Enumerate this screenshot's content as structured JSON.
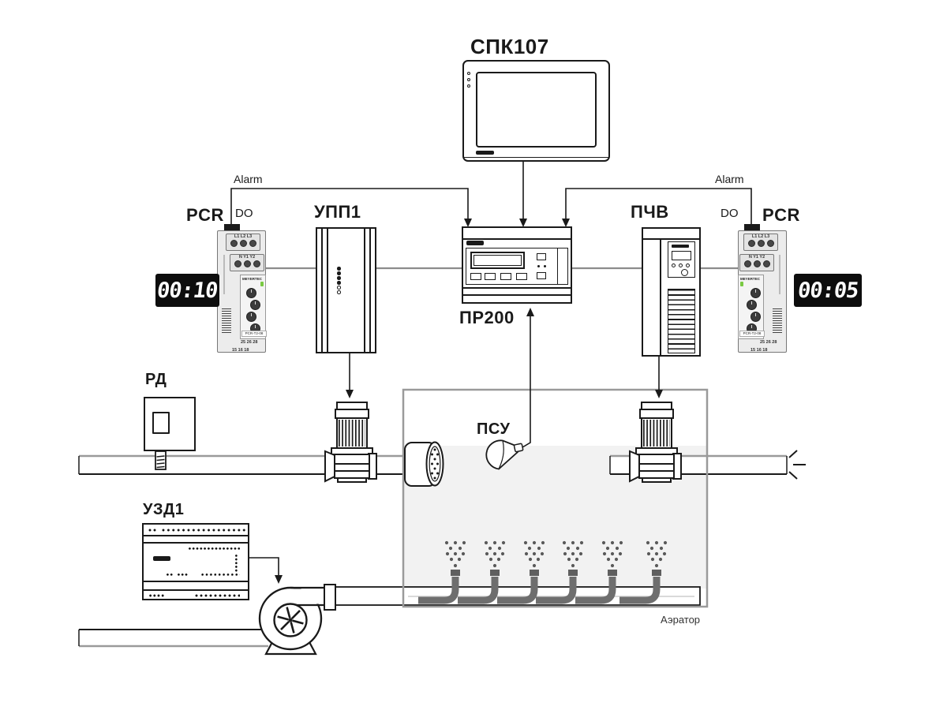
{
  "colors": {
    "line": "#1a1a1a",
    "bus_line": "#8c8c8c",
    "tank_border": "#9a9a9a",
    "tank_fill": "#f2f2f2",
    "pipe_gray": "#6e6e6e",
    "display_bg": "#0d0d0d",
    "display_fg": "#ffffff",
    "led_green": "#7ac943"
  },
  "hmi_panel": {
    "label": "СПК107",
    "logo_icon": "owen-logo"
  },
  "logic_relay": {
    "label": "ПР200",
    "logo_icon": "owen-logo"
  },
  "soft_starter": {
    "label": "УПП1"
  },
  "vfd": {
    "label": "ПЧВ"
  },
  "pcr_left": {
    "label": "PCR",
    "do_label": "DO",
    "alarm_label": "Alarm",
    "display_value": "00:10",
    "terminals_top": "L1 L2 L3",
    "terminals_mid": "N Y1 Y2",
    "brand": "MEYERTEC",
    "model": "PCR-T2-08",
    "terminals_bottom_1": "25 26 28",
    "terminals_bottom_2": "15 16 18"
  },
  "pcr_right": {
    "label": "PCR",
    "do_label": "DO",
    "alarm_label": "Alarm",
    "display_value": "00:05",
    "terminals_top": "L1 L2 L3",
    "terminals_mid": "N Y1 Y2",
    "brand": "MEYERTEC",
    "model": "PCR-T2-08",
    "terminals_bottom_1": "25 26 28",
    "terminals_bottom_2": "15 16 18"
  },
  "pressure_switch": {
    "label": "РД"
  },
  "protection_unit": {
    "label": "УЗД1"
  },
  "float_switch": {
    "label": "ПСУ"
  },
  "aerator_tank": {
    "label": "Аэратор"
  }
}
